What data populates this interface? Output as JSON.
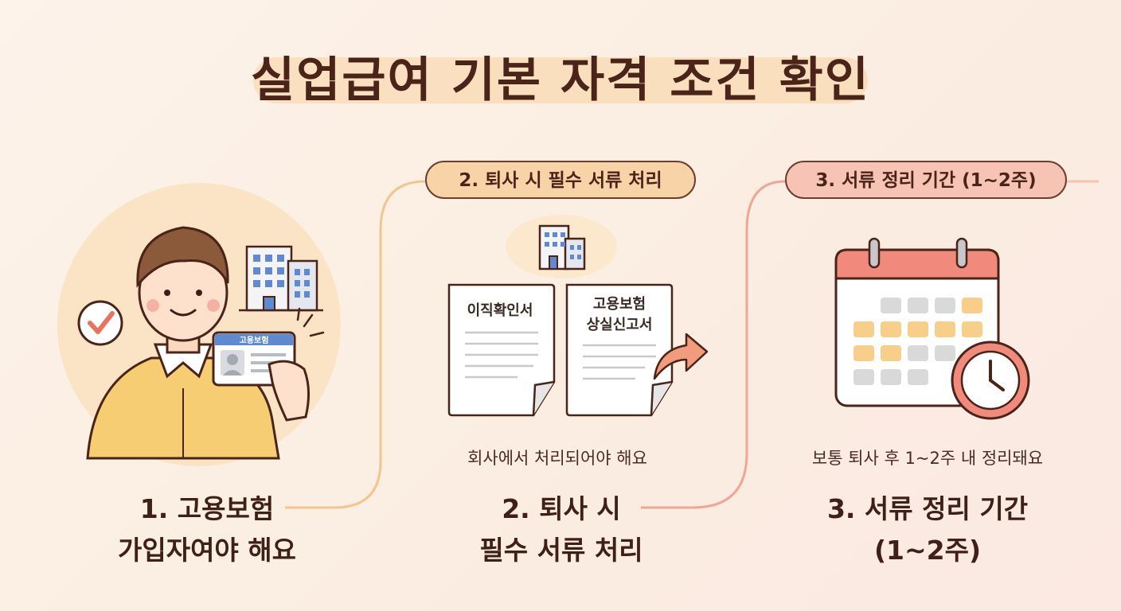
{
  "title": "실업급여 기본 자격 조건 확인",
  "step1": {
    "label_line1": "1. 고용보험",
    "label_line2": "가입자여야 해요",
    "card_label": "고용보험"
  },
  "step2": {
    "pill": "2. 퇴사 시 필수 서류 처리",
    "doc1": "이직확인서",
    "doc2_line1": "고용보험",
    "doc2_line2": "상실신고서",
    "caption": "회사에서 처리되어야 해요",
    "label_line1": "2. 퇴사 시",
    "label_line2": "필수 서류 처리"
  },
  "step3": {
    "pill": "3. 서류 정리 기간 (1~2주)",
    "caption": "보통 퇴사 후 1~2주 내 정리돼요",
    "label_line1": "3. 서류 정리 기간",
    "label_line2": "(1~2주)"
  },
  "colors": {
    "accent_orange": "#f8d3a8",
    "accent_pink": "#f6c3b4",
    "text_brown": "#4a2419",
    "calendar_red": "#ef8a7c"
  },
  "icons": [
    "person-icon",
    "check-icon",
    "building-icon",
    "id-card-icon",
    "document-icon",
    "arrow-icon",
    "calendar-icon",
    "clock-icon"
  ]
}
